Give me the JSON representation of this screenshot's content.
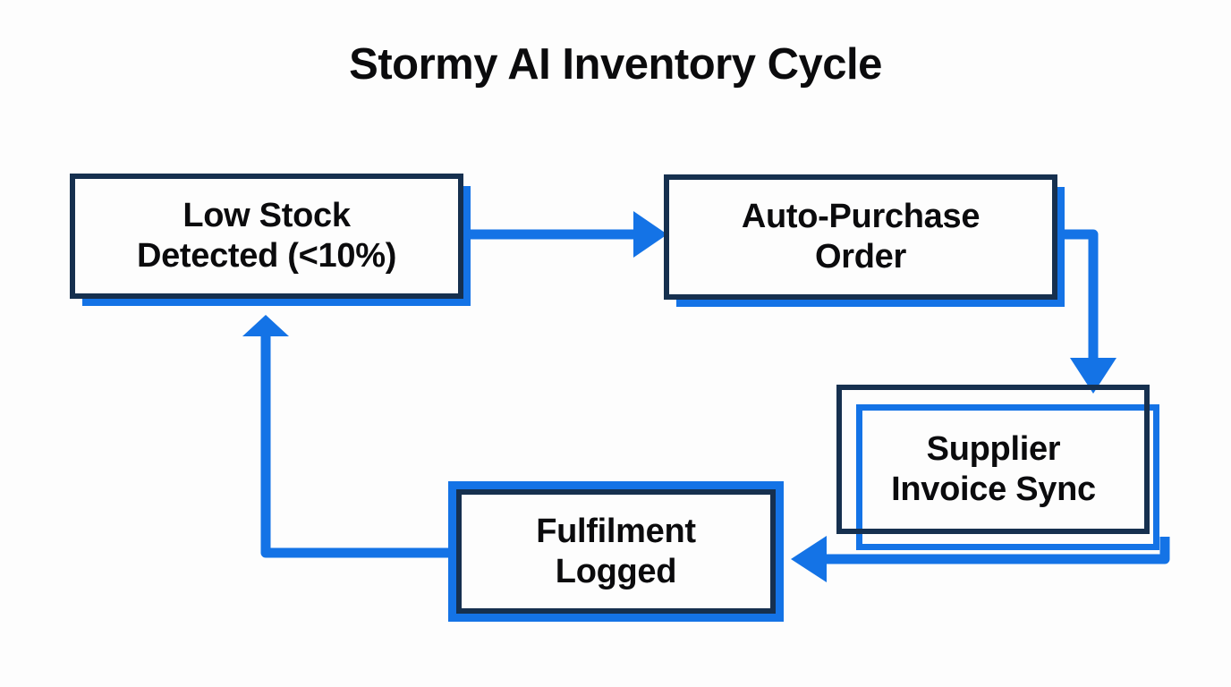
{
  "diagram": {
    "title": "Stormy AI Inventory Cycle",
    "type": "flowchart-cycle",
    "background_color": "#fdfdfd",
    "accent_color": "#1473e6",
    "outline_color": "#16304f",
    "text_color": "#0b0b0d"
  },
  "nodes": [
    {
      "id": "low-stock",
      "label": "Low Stock\nDetected (<10%)",
      "style": "navy-frame-blue-shadow",
      "order": 1
    },
    {
      "id": "auto-purchase",
      "label": "Auto-Purchase\nOrder",
      "style": "navy-frame-blue-shadow",
      "order": 2
    },
    {
      "id": "supplier-invoice",
      "label": "Supplier\nInvoice Sync",
      "style": "navy-frame-blue-outline-offset",
      "order": 3
    },
    {
      "id": "fulfilment",
      "label": "Fulfilment\nLogged",
      "style": "blue-thick-frame-navy-inner",
      "order": 4
    }
  ],
  "edges": [
    {
      "id": "edge-1",
      "from": "low-stock",
      "to": "auto-purchase",
      "direction": "right",
      "label": ""
    },
    {
      "id": "edge-2",
      "from": "auto-purchase",
      "to": "supplier-invoice",
      "direction": "down",
      "label": ""
    },
    {
      "id": "edge-3",
      "from": "supplier-invoice",
      "to": "fulfilment",
      "direction": "left",
      "label": ""
    },
    {
      "id": "edge-4",
      "from": "fulfilment",
      "to": "low-stock",
      "direction": "up",
      "label": ""
    }
  ]
}
